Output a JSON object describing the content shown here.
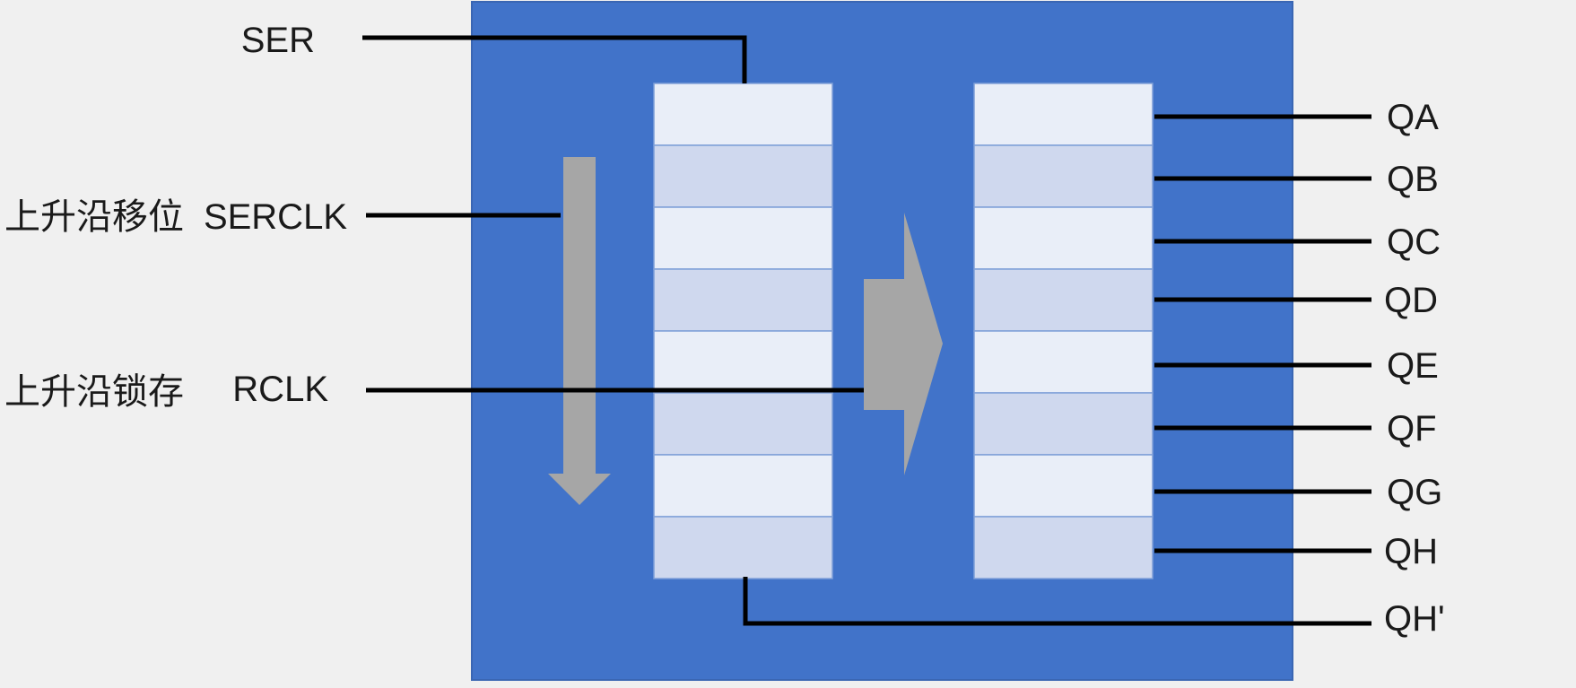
{
  "colors": {
    "background": "#f0f0f0",
    "chip_body": "#4173c9",
    "chip_border": "#3a66b3",
    "cell_light": "#e9eef8",
    "cell_shaded": "#cfd8ee",
    "cell_divider": "#7f9fd8",
    "arrow_gray": "#a6a6a6",
    "wire": "#000000",
    "text": "#1a1a1a"
  },
  "inputs": {
    "ser": "SER",
    "serclk": "SERCLK",
    "rclk": "RCLK"
  },
  "annotations": {
    "serclk_note": "上升沿移位",
    "rclk_note": "上升沿锁存"
  },
  "shift_register": {
    "cells": 8
  },
  "storage_register": {
    "cells": 8
  },
  "outputs": [
    "QA",
    "QB",
    "QC",
    "QD",
    "QE",
    "QF",
    "QG",
    "QH"
  ],
  "serial_out": "QH'",
  "icons": [
    "shift-direction-arrow-icon",
    "latch-transfer-arrow-icon"
  ]
}
